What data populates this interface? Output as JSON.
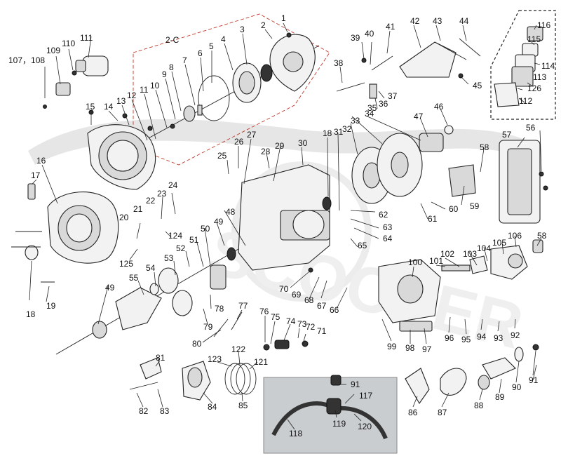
{
  "diagram": {
    "kit_label": "2-C",
    "watermark": "SCOOTER",
    "part_labels": [
      {
        "id": "p1",
        "text": "1"
      },
      {
        "id": "p2",
        "text": "2"
      },
      {
        "id": "p3",
        "text": "3"
      },
      {
        "id": "p4",
        "text": "4"
      },
      {
        "id": "p5",
        "text": "5"
      },
      {
        "id": "p6",
        "text": "6"
      },
      {
        "id": "p7",
        "text": "7"
      },
      {
        "id": "p8",
        "text": "8"
      },
      {
        "id": "p9",
        "text": "9"
      },
      {
        "id": "p10",
        "text": "10"
      },
      {
        "id": "p11",
        "text": "11"
      },
      {
        "id": "p12",
        "text": "12"
      },
      {
        "id": "p13",
        "text": "13"
      },
      {
        "id": "p14",
        "text": "14"
      },
      {
        "id": "p15",
        "text": "15"
      },
      {
        "id": "p16",
        "text": "16"
      },
      {
        "id": "p17",
        "text": "17"
      },
      {
        "id": "p18a",
        "text": "18"
      },
      {
        "id": "p18b",
        "text": "18"
      },
      {
        "id": "p19",
        "text": "19"
      },
      {
        "id": "p20",
        "text": "20"
      },
      {
        "id": "p21",
        "text": "21"
      },
      {
        "id": "p22",
        "text": "22"
      },
      {
        "id": "p23",
        "text": "23"
      },
      {
        "id": "p24",
        "text": "24"
      },
      {
        "id": "p25",
        "text": "25"
      },
      {
        "id": "p26",
        "text": "26"
      },
      {
        "id": "p27",
        "text": "27"
      },
      {
        "id": "p28",
        "text": "28"
      },
      {
        "id": "p29",
        "text": "29"
      },
      {
        "id": "p30",
        "text": "30"
      },
      {
        "id": "p31",
        "text": "31"
      },
      {
        "id": "p32",
        "text": "32"
      },
      {
        "id": "p33",
        "text": "33"
      },
      {
        "id": "p34",
        "text": "34"
      },
      {
        "id": "p35",
        "text": "35"
      },
      {
        "id": "p36",
        "text": "36"
      },
      {
        "id": "p37",
        "text": "37"
      },
      {
        "id": "p38",
        "text": "38"
      },
      {
        "id": "p39",
        "text": "39"
      },
      {
        "id": "p40",
        "text": "40"
      },
      {
        "id": "p41",
        "text": "41"
      },
      {
        "id": "p42",
        "text": "42"
      },
      {
        "id": "p43",
        "text": "43"
      },
      {
        "id": "p44",
        "text": "44"
      },
      {
        "id": "p45",
        "text": "45"
      },
      {
        "id": "p46",
        "text": "46"
      },
      {
        "id": "p47",
        "text": "47"
      },
      {
        "id": "p48",
        "text": "48"
      },
      {
        "id": "p49a",
        "text": "49"
      },
      {
        "id": "p49b",
        "text": "49"
      },
      {
        "id": "p50",
        "text": "50"
      },
      {
        "id": "p51",
        "text": "51"
      },
      {
        "id": "p52",
        "text": "52"
      },
      {
        "id": "p53",
        "text": "53"
      },
      {
        "id": "p54",
        "text": "54"
      },
      {
        "id": "p55",
        "text": "55"
      },
      {
        "id": "p56",
        "text": "56"
      },
      {
        "id": "p57",
        "text": "57"
      },
      {
        "id": "p58a",
        "text": "58"
      },
      {
        "id": "p58b",
        "text": "58"
      },
      {
        "id": "p59",
        "text": "59"
      },
      {
        "id": "p60",
        "text": "60"
      },
      {
        "id": "p61",
        "text": "61"
      },
      {
        "id": "p62",
        "text": "62"
      },
      {
        "id": "p63",
        "text": "63"
      },
      {
        "id": "p64",
        "text": "64"
      },
      {
        "id": "p65",
        "text": "65"
      },
      {
        "id": "p66",
        "text": "66"
      },
      {
        "id": "p67",
        "text": "67"
      },
      {
        "id": "p68",
        "text": "68"
      },
      {
        "id": "p69",
        "text": "69"
      },
      {
        "id": "p70",
        "text": "70"
      },
      {
        "id": "p71",
        "text": "71"
      },
      {
        "id": "p72",
        "text": "72"
      },
      {
        "id": "p73",
        "text": "73"
      },
      {
        "id": "p74",
        "text": "74"
      },
      {
        "id": "p75",
        "text": "75"
      },
      {
        "id": "p76",
        "text": "76"
      },
      {
        "id": "p77",
        "text": "77"
      },
      {
        "id": "p78",
        "text": "78"
      },
      {
        "id": "p79",
        "text": "79"
      },
      {
        "id": "p80",
        "text": "80"
      },
      {
        "id": "p81",
        "text": "81"
      },
      {
        "id": "p82",
        "text": "82"
      },
      {
        "id": "p83",
        "text": "83"
      },
      {
        "id": "p84",
        "text": "84"
      },
      {
        "id": "p85",
        "text": "85"
      },
      {
        "id": "p86",
        "text": "86"
      },
      {
        "id": "p87",
        "text": "87"
      },
      {
        "id": "p88",
        "text": "88"
      },
      {
        "id": "p89",
        "text": "89"
      },
      {
        "id": "p90",
        "text": "90"
      },
      {
        "id": "p91a",
        "text": "91"
      },
      {
        "id": "p91b",
        "text": "91"
      },
      {
        "id": "p92",
        "text": "92"
      },
      {
        "id": "p93",
        "text": "93"
      },
      {
        "id": "p94",
        "text": "94"
      },
      {
        "id": "p95",
        "text": "95"
      },
      {
        "id": "p96",
        "text": "96"
      },
      {
        "id": "p97",
        "text": "97"
      },
      {
        "id": "p98",
        "text": "98"
      },
      {
        "id": "p99",
        "text": "99"
      },
      {
        "id": "p100",
        "text": "100"
      },
      {
        "id": "p101",
        "text": "101"
      },
      {
        "id": "p102",
        "text": "102"
      },
      {
        "id": "p103",
        "text": "103"
      },
      {
        "id": "p104",
        "text": "104"
      },
      {
        "id": "p105",
        "text": "105"
      },
      {
        "id": "p106",
        "text": "106"
      },
      {
        "id": "p107",
        "text": "107，108"
      },
      {
        "id": "p109",
        "text": "109"
      },
      {
        "id": "p110",
        "text": "110"
      },
      {
        "id": "p111",
        "text": "111"
      },
      {
        "id": "p112",
        "text": "112"
      },
      {
        "id": "p113",
        "text": "113"
      },
      {
        "id": "p114",
        "text": "114"
      },
      {
        "id": "p115",
        "text": "115"
      },
      {
        "id": "p116",
        "text": "116"
      },
      {
        "id": "p117",
        "text": "117"
      },
      {
        "id": "p118",
        "text": "118"
      },
      {
        "id": "p119",
        "text": "119"
      },
      {
        "id": "p120",
        "text": "120"
      },
      {
        "id": "p121",
        "text": "121"
      },
      {
        "id": "p122",
        "text": "122"
      },
      {
        "id": "p123",
        "text": "123"
      },
      {
        "id": "p124",
        "text": "124"
      },
      {
        "id": "p125",
        "text": "125"
      },
      {
        "id": "p126",
        "text": "126"
      }
    ]
  }
}
